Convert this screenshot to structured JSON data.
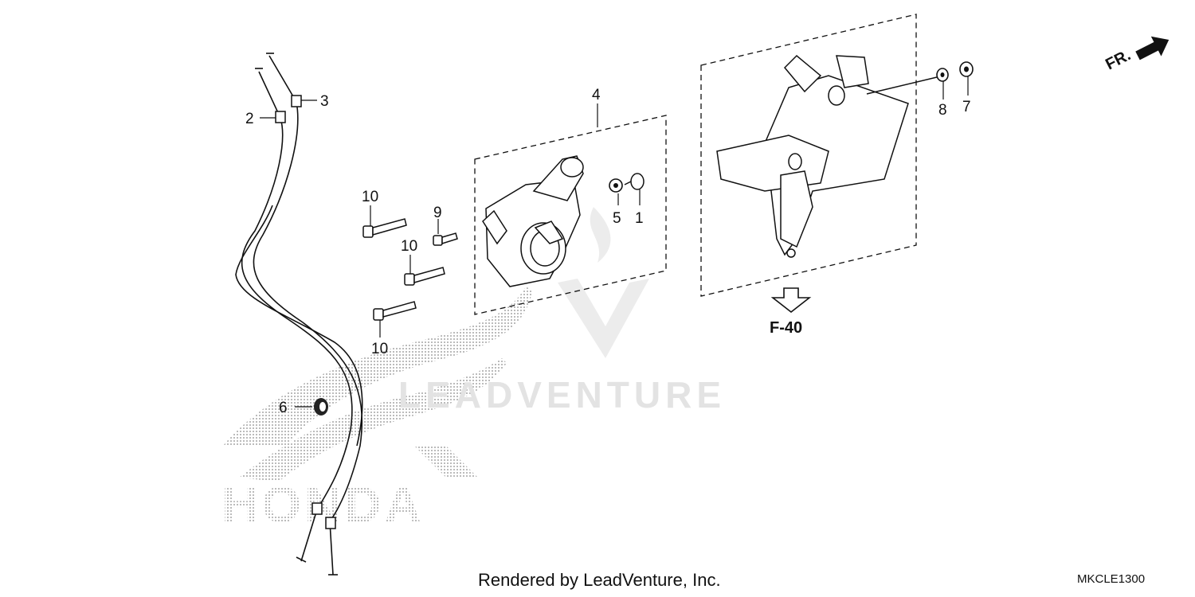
{
  "diagram": {
    "callouts": [
      {
        "id": "c1",
        "text": "1"
      },
      {
        "id": "c2",
        "text": "2"
      },
      {
        "id": "c3",
        "text": "3"
      },
      {
        "id": "c4",
        "text": "4"
      },
      {
        "id": "c5",
        "text": "5"
      },
      {
        "id": "c6",
        "text": "6"
      },
      {
        "id": "c7",
        "text": "7"
      },
      {
        "id": "c8",
        "text": "8"
      },
      {
        "id": "c9",
        "text": "9"
      },
      {
        "id": "c10a",
        "text": "10"
      },
      {
        "id": "c10b",
        "text": "10"
      },
      {
        "id": "c10c",
        "text": "10"
      }
    ],
    "reference": "F-40",
    "direction": "FR.",
    "watermark": "LEADVENTURE",
    "brand_watermark": "HONDA"
  },
  "footer": {
    "rendered_by": "Rendered by LeadVenture, Inc.",
    "diagram_code": "MKCLE1300"
  }
}
